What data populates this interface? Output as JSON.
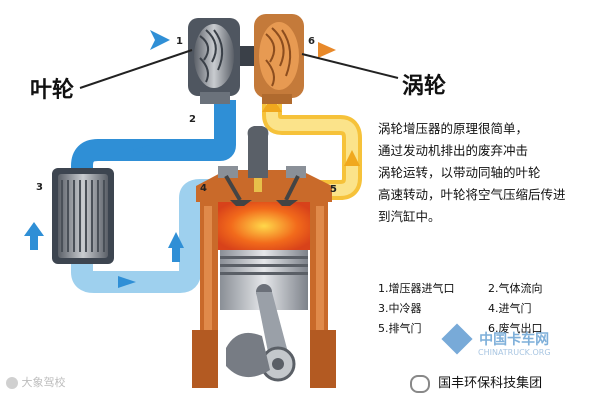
{
  "labels": {
    "impeller": "叶轮",
    "turbine": "涡轮"
  },
  "markers": [
    "1",
    "2",
    "3",
    "4",
    "5",
    "6"
  ],
  "description": [
    "涡轮增压器的原理很简单，",
    "通过发动机排出的废弃冲击",
    "涡轮运转，以带动同轴的叶轮",
    "高速转动，叶轮将空气压缩后传进",
    "到汽缸中。"
  ],
  "legend": [
    [
      "1.增压器进气口",
      "2.气体流向"
    ],
    [
      "3.中冷器",
      "4.进气门"
    ],
    [
      "5.排气门",
      "6.废气出口"
    ]
  ],
  "watermarks": {
    "bottom_left": "大象驾校",
    "site_cn": "中国卡车网",
    "site_en": "CHINATRUCK.ORG",
    "company": "国丰环保科技集团"
  },
  "colors": {
    "intake": "#2f8fd6",
    "intake_light": "#9ed0ee",
    "exhaust": "#f0a81e",
    "exhaust_light": "#fbe38a",
    "cylinder": "#c96a2a",
    "flame": "#f26a1b"
  }
}
